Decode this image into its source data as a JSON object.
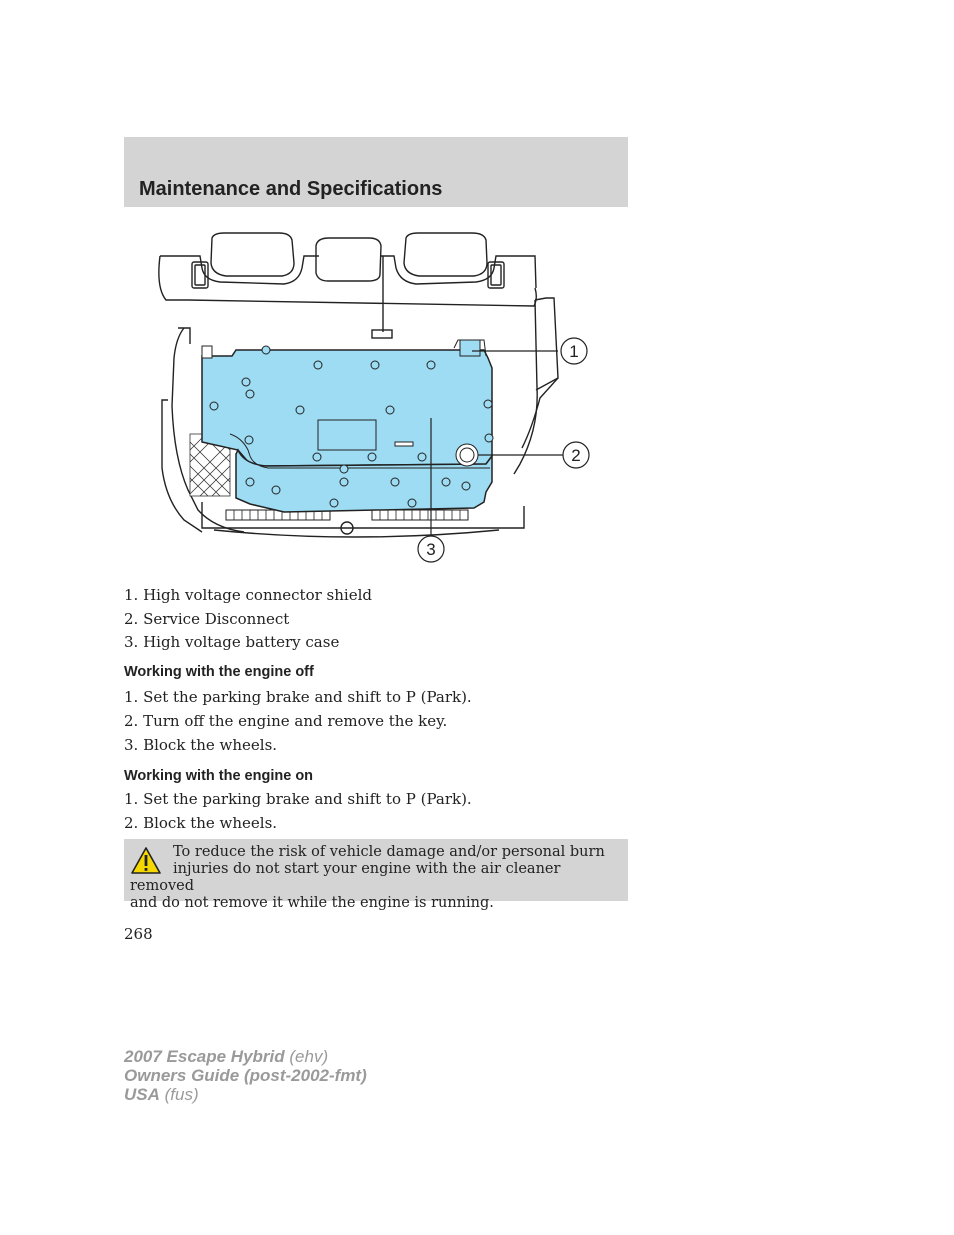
{
  "header": {
    "title": "Maintenance and Specifications"
  },
  "figure": {
    "callouts": [
      "1",
      "2",
      "3"
    ]
  },
  "legend": [
    "1. High voltage connector shield",
    "2. Service Disconnect",
    "3. High voltage battery case"
  ],
  "section_off": {
    "heading": "Working with the engine off",
    "steps": [
      "1. Set the parking brake and shift to P (Park).",
      "2. Turn off the engine and remove the key.",
      "3. Block the wheels."
    ]
  },
  "section_on": {
    "heading": "Working with the engine on",
    "steps": [
      "1. Set the parking brake and shift to P (Park).",
      "2. Block the wheels."
    ]
  },
  "warning": {
    "line1": "To reduce the risk of vehicle damage and/or personal burn",
    "line2": "injuries do not start your engine with the air cleaner removed",
    "line3": "and do not remove it while the engine is running."
  },
  "page_number": "268",
  "footer": {
    "l1_bold": "2007 Escape Hybrid",
    "l1_light": " (ehv)",
    "l2_bold": "Owners Guide (post-2002-fmt)",
    "l3_bold": "USA",
    "l3_light": " (fus)"
  }
}
